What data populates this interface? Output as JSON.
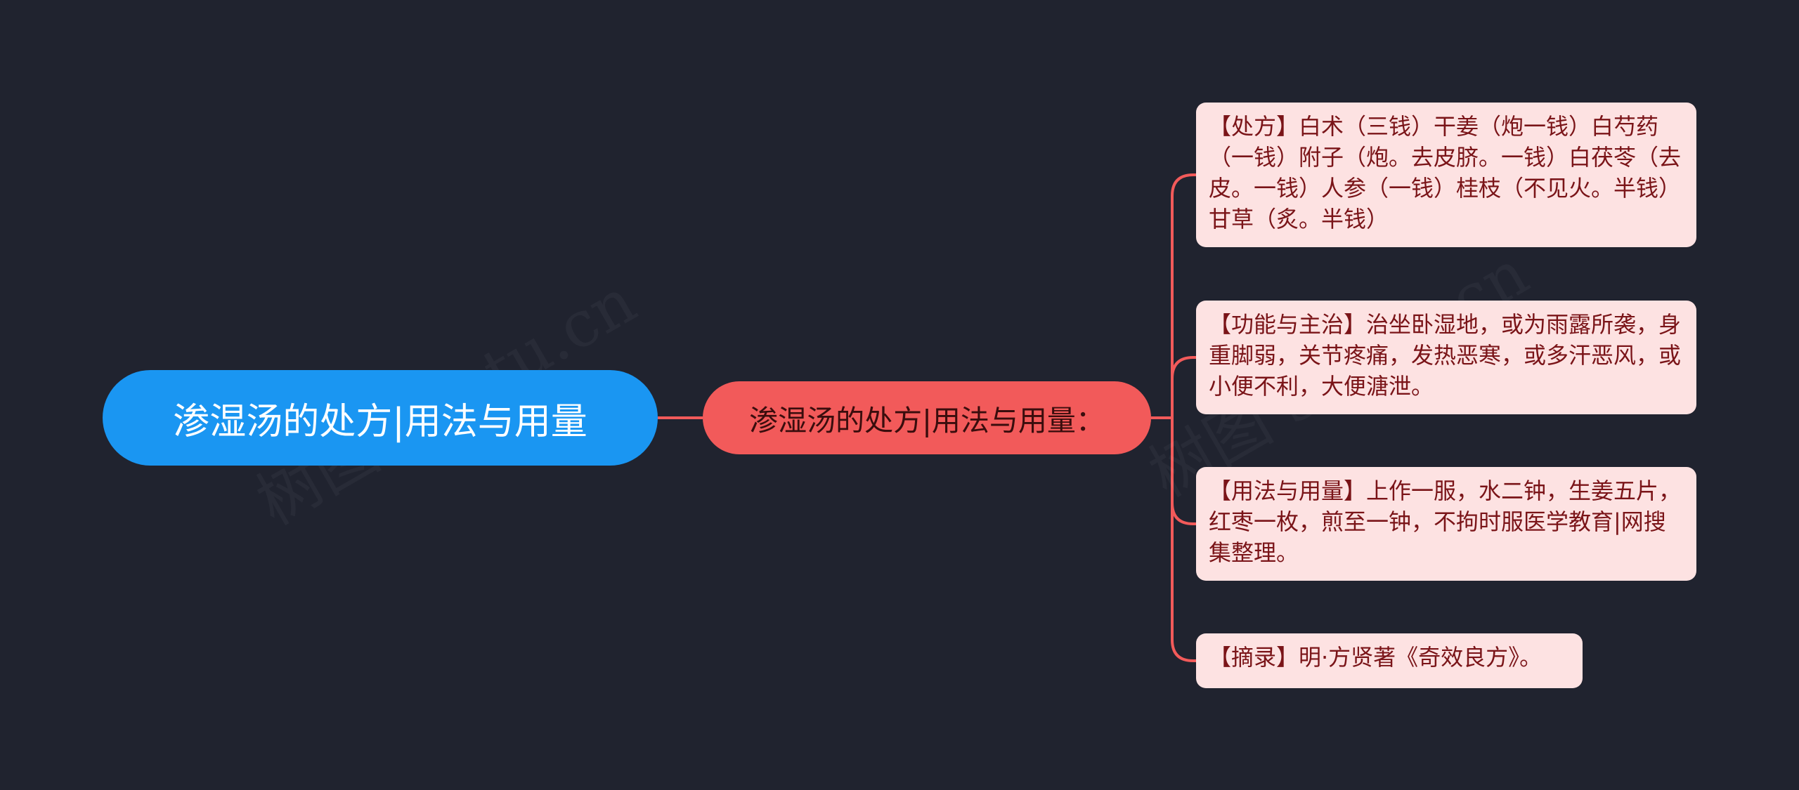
{
  "mindmap": {
    "root": {
      "label": "渗湿汤的处方|用法与用量"
    },
    "topic": {
      "label": "渗湿汤的处方|用法与用量："
    },
    "leaves": [
      {
        "text": "【处方】白术（三钱）干姜（炮一钱）白芍药（一钱）附子（炮。去皮脐。一钱）白茯苓（去皮。一钱）人参（一钱）桂枝（不见火。半钱）甘草（炙。半钱）"
      },
      {
        "text": "【功能与主治】治坐卧湿地，或为雨露所袭，身重脚弱，关节疼痛，发热恶寒，或多汗恶风，或小便不利，大便溏泄。"
      },
      {
        "text": "【用法与用量】上作一服，水二钟，生姜五片，红枣一枚，煎至一钟，不拘时服医学教育|网搜集整理。"
      },
      {
        "text": "【摘录】明·方贤著《奇效良方》。"
      }
    ]
  },
  "colors": {
    "background": "#20232f",
    "root_fill": "#1a96f2",
    "topic_fill": "#f25a5a",
    "leaf_fill": "#fde2e2",
    "leaf_text": "#7a1418",
    "connector": "#f25a5a"
  }
}
